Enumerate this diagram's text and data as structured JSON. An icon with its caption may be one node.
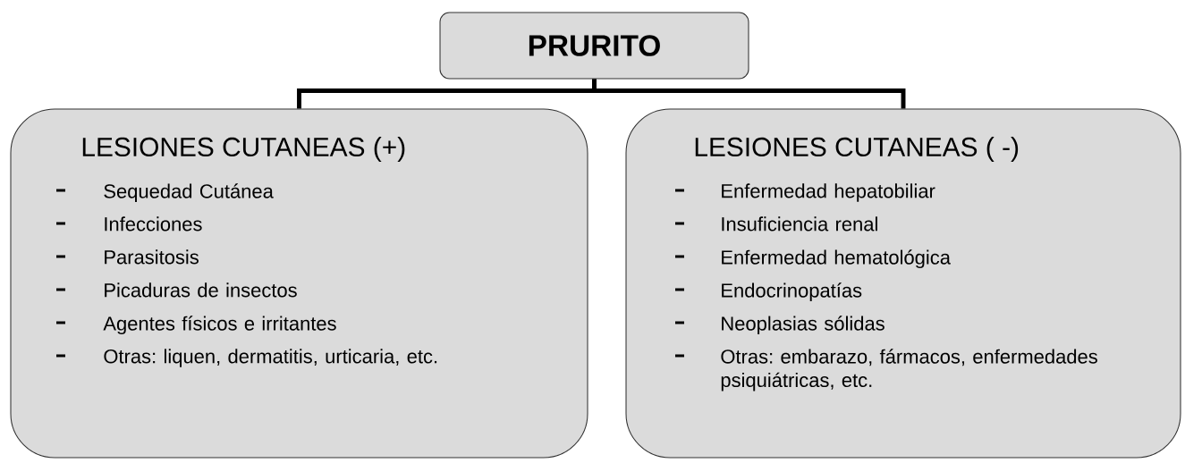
{
  "diagram": {
    "nodes": [
      {
        "text": [
          "PRURITO"
        ]
      },
      {
        "text": [
          "LESIONES CUTANEAS (+)",
          "Sequedad Cutánea",
          "Infecciones",
          "Parasitosis",
          "Picaduras de insectos",
          "Agentes físicos e irritantes",
          "Otras: liquen, dermatitis, urticaria, etc."
        ]
      },
      {
        "text": [
          "LESIONES CUTANEAS ( -)",
          "Enfermedad hepatobiliar",
          "Insuficiencia renal",
          "Enfermedad hematológica",
          "Endocrinopatías",
          "Neoplasias sólidas",
          "Otras: embarazo, fármacos, enfermedades psiquiátricas, etc."
        ]
      }
    ],
    "edges": [
      {
        "from": 0,
        "to": 1,
        "arrow": "none"
      },
      {
        "from": 0,
        "to": 2,
        "arrow": "none"
      }
    ]
  }
}
